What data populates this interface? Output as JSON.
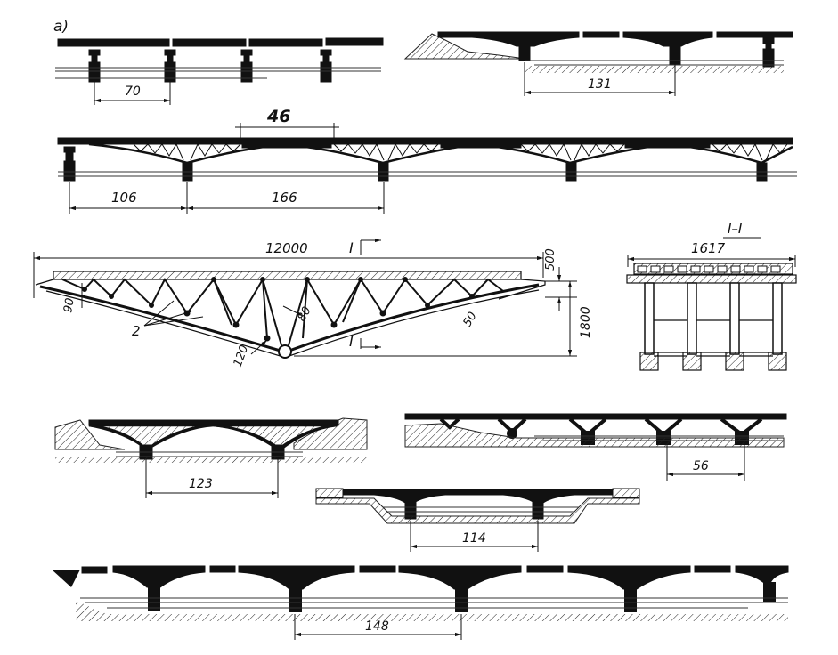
{
  "figure": {
    "panel_label": "a)",
    "bridges": [
      {
        "id": "bridge-1",
        "span_label": "70"
      },
      {
        "id": "bridge-2",
        "span_label": "131"
      },
      {
        "id": "bridge-3",
        "segment_label": "46",
        "span_labels": [
          "106",
          "166"
        ]
      },
      {
        "id": "bridge-4",
        "span_label": "123"
      },
      {
        "id": "bridge-5",
        "span_label": "56"
      },
      {
        "id": "bridge-6",
        "span_label": "114"
      },
      {
        "id": "bridge-7",
        "span_label": "148"
      }
    ],
    "truss_detail": {
      "length": "12000",
      "section_mark": "I",
      "depth_end": "500",
      "depth_mid": "1800",
      "member_label": "2",
      "dim_90": "90",
      "dim_80": "80",
      "dim_120": "120",
      "dim_50": "50"
    },
    "cross_section": {
      "title": "I–I",
      "width": "1617"
    }
  }
}
